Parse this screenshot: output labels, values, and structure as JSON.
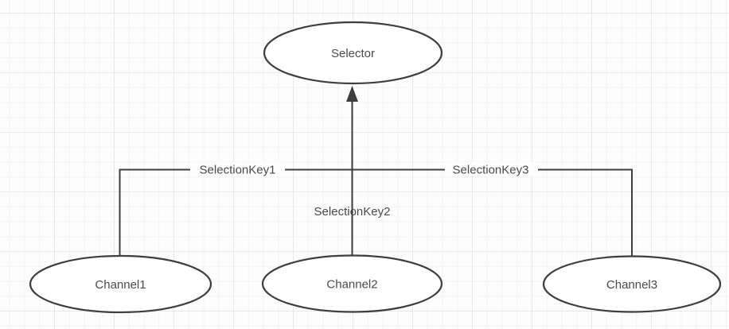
{
  "diagram": {
    "nodes": {
      "selector": {
        "label": "Selector"
      },
      "channel1": {
        "label": "Channel1"
      },
      "channel2": {
        "label": "Channel2"
      },
      "channel3": {
        "label": "Channel3"
      }
    },
    "edges": {
      "selectionkey1": {
        "label": "SelectionKey1"
      },
      "selectionkey2": {
        "label": "SelectionKey2"
      },
      "selectionkey3": {
        "label": "SelectionKey3"
      }
    },
    "colors": {
      "shape_stroke": "#3e3e3e",
      "shape_fill": "#ffffff",
      "label_text": "#4a4a4a",
      "canvas_background": "#fdfdfd",
      "grid_minor": "#f3f3f5",
      "grid_major": "#e8e8ea"
    }
  }
}
